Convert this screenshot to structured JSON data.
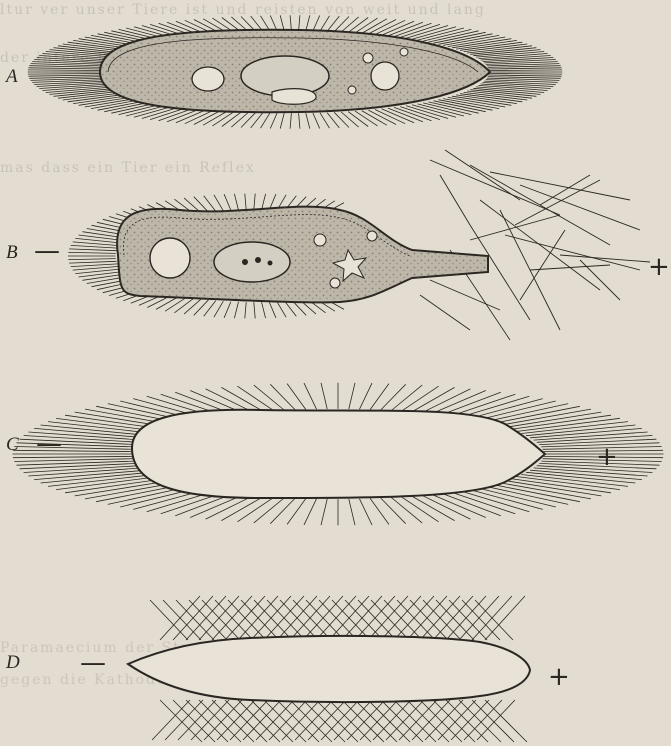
{
  "figure": {
    "panels": [
      {
        "id": "A",
        "label": "A",
        "left_sign": "",
        "right_sign": ""
      },
      {
        "id": "B",
        "label": "B",
        "left_sign": "—",
        "right_sign": "+"
      },
      {
        "id": "C",
        "label": "C",
        "left_sign": "—",
        "right_sign": "+"
      },
      {
        "id": "D",
        "label": "D",
        "left_sign": "—",
        "right_sign": "+"
      }
    ]
  },
  "colors": {
    "paper": "#e2ddd0",
    "ink": "#2b2622",
    "cell_fill": "#bdb7a9",
    "outline_fill": "#e8e3d6"
  }
}
